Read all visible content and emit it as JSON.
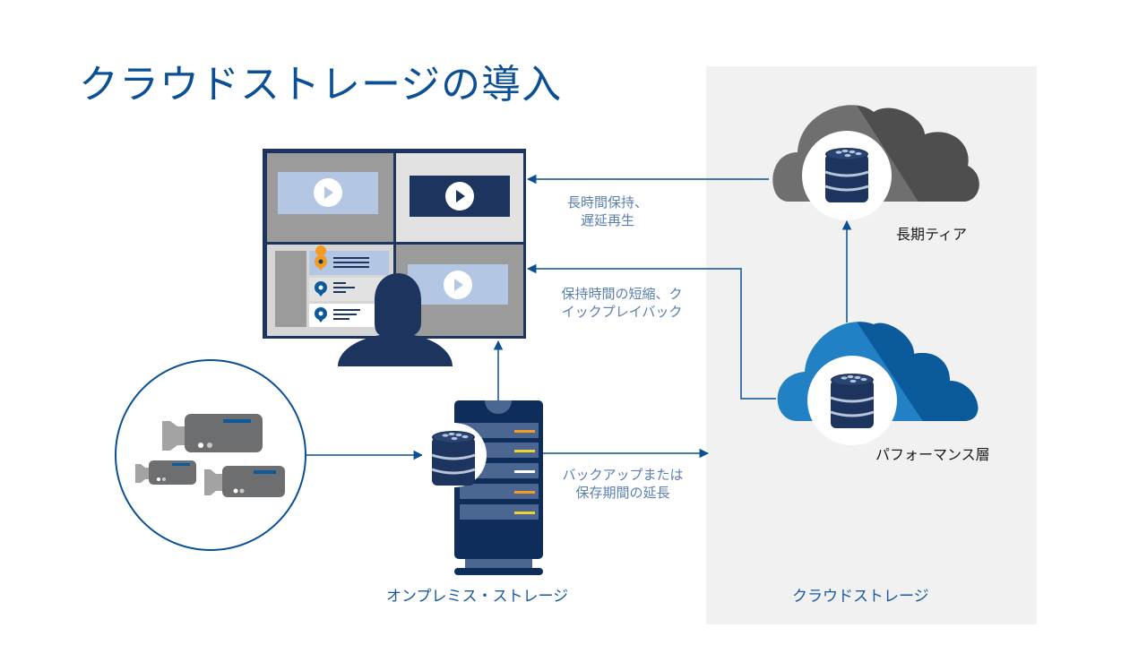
{
  "title": "クラウドストレージの導入",
  "colors": {
    "title": "#0b4f95",
    "navy": "#1d355e",
    "arrow": "#0b4f95",
    "panel": "#f1f1f1",
    "cloud_gray_light": "#6f6f6f",
    "cloud_gray_dark": "#4e4e4e",
    "cloud_blue_light": "#2280c4",
    "cloud_blue_dark": "#0b5a9c",
    "accent_orange": "#f39c1f",
    "accent_yellow": "#f2d22e"
  },
  "labels": {
    "long_retention_line1": "長時間保持、",
    "long_retention_line2": "遅延再生",
    "short_retention_line1": "保持時間の短縮、ク",
    "short_retention_line2": "イックプレイバック",
    "backup_line1": "バックアップまたは",
    "backup_line2": "保存期間の延長",
    "long_term_tier": "長期ティア",
    "performance_tier": "パフォーマンス層",
    "on_prem_storage": "オンプレミス・ストレージ",
    "cloud_storage": "クラウドストレージ"
  },
  "icons": {
    "monitor": "video-wall-monitor-icon",
    "person": "person-silhouette-icon",
    "cameras": "video-cameras-icon",
    "server": "server-rack-icon",
    "database": "database-icon",
    "cloud": "cloud-icon",
    "play": "play-icon",
    "location_pin": "location-pin-icon"
  }
}
